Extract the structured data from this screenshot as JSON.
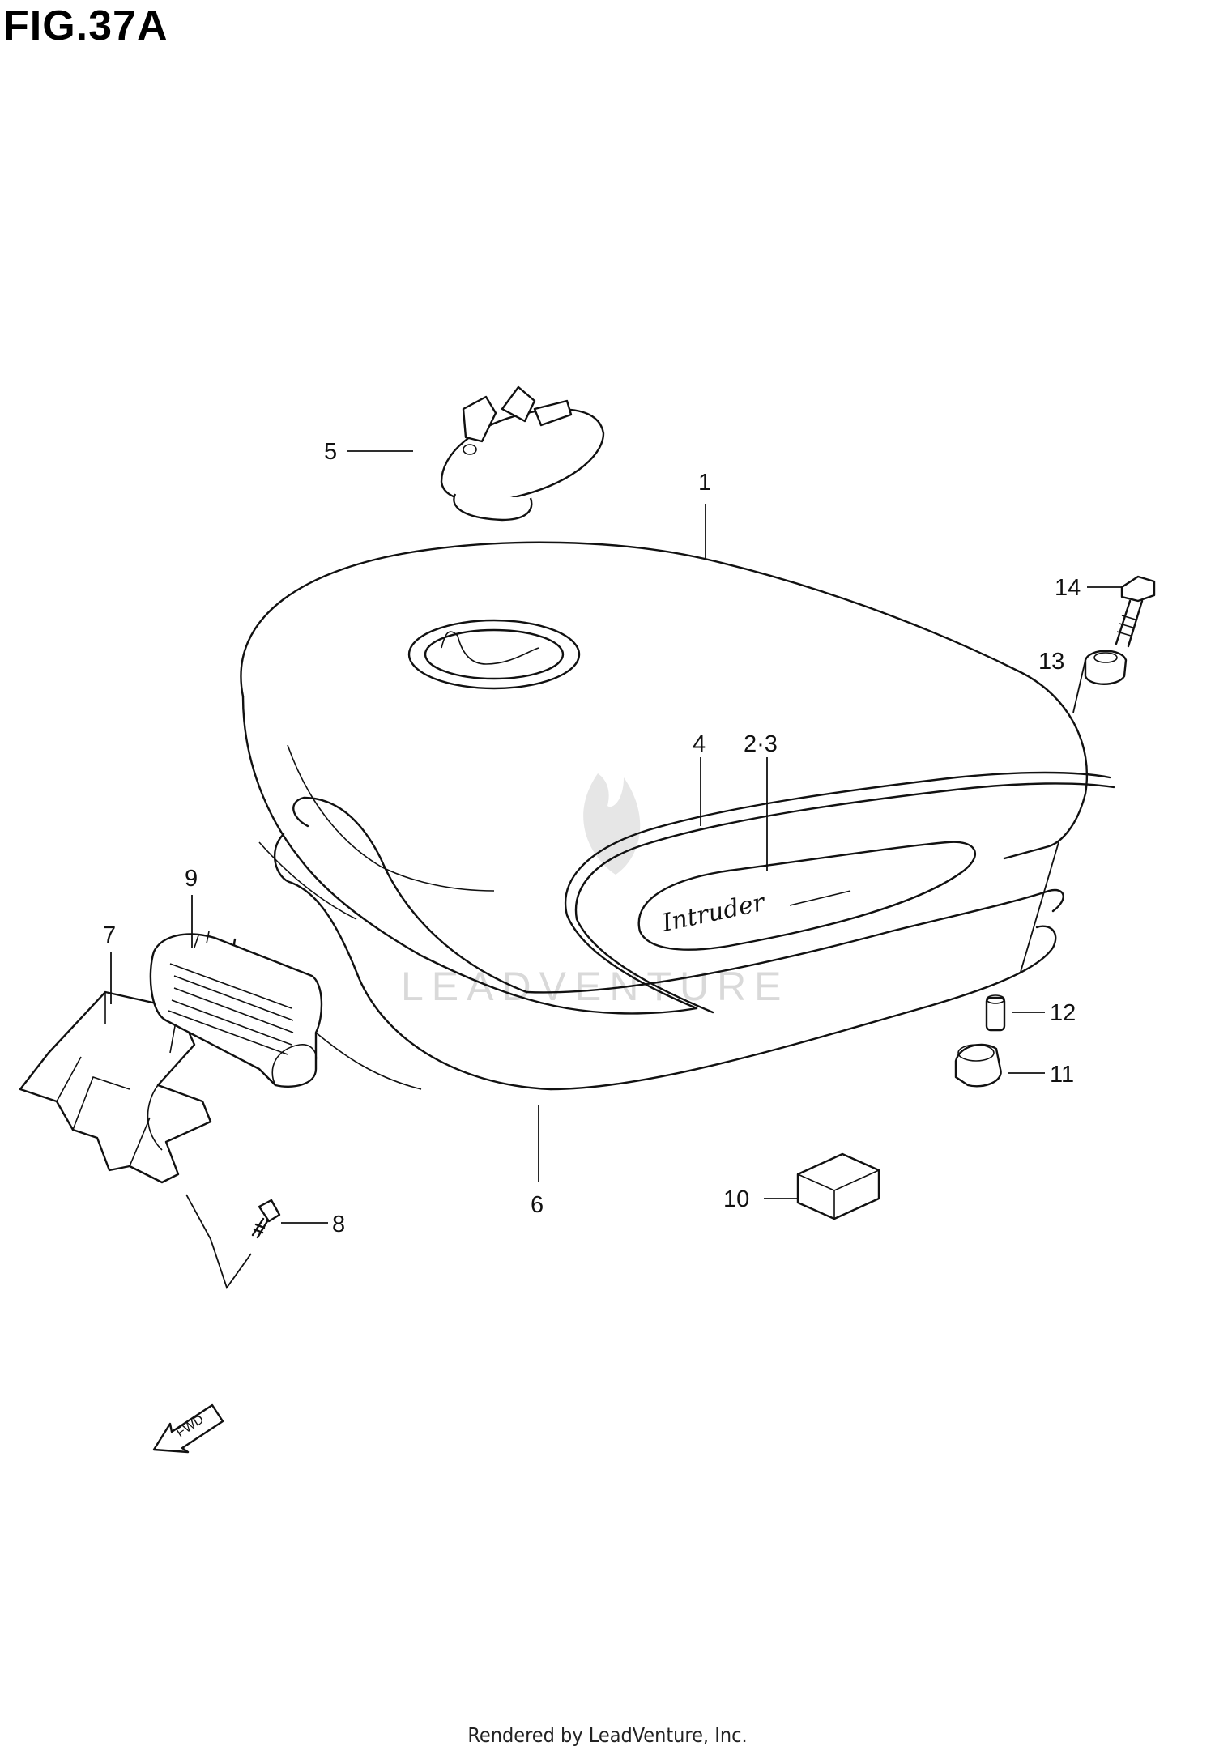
{
  "figure": {
    "title": "FIG.37A"
  },
  "callouts": [
    "1",
    "2·3",
    "4",
    "5",
    "6",
    "7",
    "8",
    "9",
    "10",
    "11",
    "12",
    "13",
    "14"
  ],
  "badges": {
    "tank_script": "Intruder",
    "fwd_arrow": "FWD"
  },
  "watermark": "LEADVENTURE",
  "footer": "Rendered by LeadVenture, Inc."
}
